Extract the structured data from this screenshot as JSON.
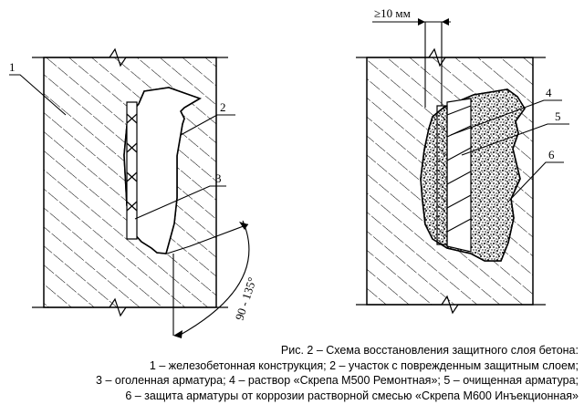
{
  "labels": {
    "left_1": "1",
    "left_2": "2",
    "left_3": "3",
    "right_4": "4",
    "right_5": "5",
    "right_6": "6",
    "dimension": "≥10 мм",
    "angle": "90 - 135°"
  },
  "caption": {
    "title": "Рис. 2 – Схема восстановления защитного слоя бетона:",
    "line1": "1 – железобетонная конструкция; 2 – участок с поврежденным защитным слоем;",
    "line2": "3 – оголенная арматура; 4 – раствор «Скрепа М500 Ремонтная»; 5 – очищенная арматура;",
    "line3": "6 – защита арматуры от коррозии растворной смесью «Скрепа М600 Инъекционная»"
  }
}
